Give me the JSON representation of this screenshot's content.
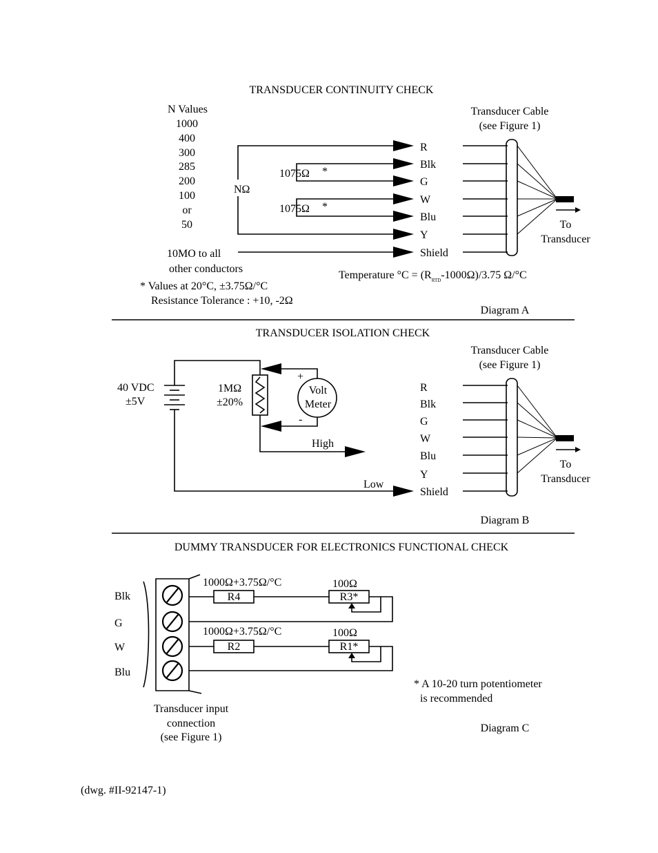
{
  "diagram_a": {
    "title": "TRANSDUCER CONTINUITY CHECK",
    "n_values_heading": "N Values",
    "n_values": [
      "1000",
      "400",
      "300",
      "285",
      "200",
      "100",
      "or",
      "50"
    ],
    "n_label": "NΩ",
    "resistor_1075_a": "1075Ω",
    "resistor_1075_b": "1075Ω",
    "star": "*",
    "shield_note_line1": "10MO to all",
    "shield_note_line2": "other conductors",
    "footnote_line1": "*  Values at 20°C, ±3.75Ω/°C",
    "footnote_line2": "Resistance Tolerance : +10, -2Ω",
    "temperature_formula_a": "Temperature °C = (R",
    "temperature_formula_sub": "RTD",
    "temperature_formula_b": "-1000Ω)/3.75 Ω/°C",
    "cable_heading_line1": "Transducer Cable",
    "cable_heading_line2": "(see Figure 1)",
    "wires": [
      "R",
      "Blk",
      "G",
      "W",
      "Blu",
      "Y",
      "Shield"
    ],
    "to_line1": "To",
    "to_line2": "Transducer",
    "label": "Diagram A"
  },
  "diagram_b": {
    "title": "TRANSDUCER ISOLATION CHECK",
    "supply_line1": "40 VDC",
    "supply_line2": "±5V",
    "resistor_line1": "1MΩ",
    "resistor_line2": "±20%",
    "meter_line1": "Volt",
    "meter_line2": "Meter",
    "plus": "+",
    "minus": "-",
    "high": "High",
    "low": "Low",
    "cable_heading_line1": "Transducer Cable",
    "cable_heading_line2": "(see Figure 1)",
    "wires": [
      "R",
      "Blk",
      "G",
      "W",
      "Blu",
      "Y",
      "Shield"
    ],
    "to_line1": "To",
    "to_line2": "Transducer",
    "label": "Diagram B"
  },
  "diagram_c": {
    "title": "DUMMY TRANSDUCER FOR ELECTRONICS FUNCTIONAL CHECK",
    "terminals": [
      "Blk",
      "G",
      "W",
      "Blu"
    ],
    "r4_value": "1000Ω+3.75Ω/°C",
    "r4_name": "R4",
    "r3_value": "100Ω",
    "r3_name": "R3*",
    "r2_value": "1000Ω+3.75Ω/°C",
    "r2_name": "R2",
    "r1_value": "100Ω",
    "r1_name": "R1*",
    "connection_line1": "Transducer input",
    "connection_line2": "connection",
    "connection_line3": "(see Figure 1)",
    "pot_note_line1": "* A 10-20 turn potentiometer",
    "pot_note_line2": "is recommended",
    "label": "Diagram C"
  },
  "drawing_number": "(dwg. #II-92147-1)"
}
